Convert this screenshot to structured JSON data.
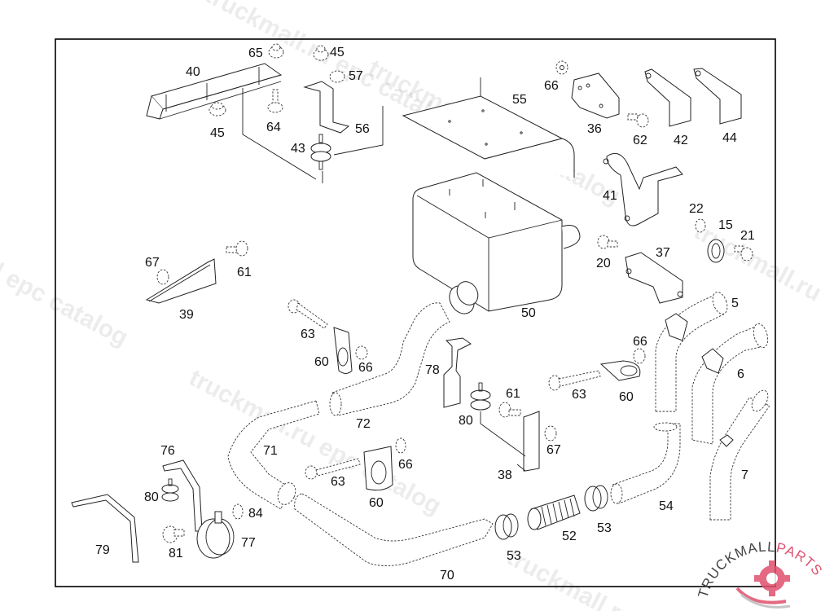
{
  "diagram": {
    "type": "exploded parts diagram",
    "subject": "Exhaust muffler, pipes and mounting brackets",
    "callouts": {
      "p40": "40",
      "p45a": "45",
      "p65": "65",
      "p45b": "45",
      "p57": "57",
      "p64": "64",
      "p56": "56",
      "p43": "43",
      "p55": "55",
      "p66a": "66",
      "p36": "36",
      "p62": "62",
      "p42": "42",
      "p44": "44",
      "p41": "41",
      "p22": "22",
      "p15": "15",
      "p21": "21",
      "p20": "20",
      "p37": "37",
      "p5": "5",
      "p50": "50",
      "p67a": "67",
      "p61a": "61",
      "p39": "39",
      "p63a": "63",
      "p60a": "60",
      "p66b": "66",
      "p78": "78",
      "p80a": "80",
      "p61b": "61",
      "p67b": "67",
      "p38": "38",
      "p63b": "63",
      "p60b": "60",
      "p66c": "66",
      "p6": "6",
      "p72": "72",
      "p71": "71",
      "p76": "76",
      "p80b": "80",
      "p63c": "63",
      "p66d": "66",
      "p60c": "60",
      "p79": "79",
      "p81": "81",
      "p84": "84",
      "p77": "77",
      "p53a": "53",
      "p52": "52",
      "p53b": "53",
      "p54": "54",
      "p7": "7",
      "p70": "70"
    }
  },
  "watermark": {
    "text_1": "truckmall.ru epc catalog",
    "text_2": "truckmall.ru epc catalog",
    "text_3": "l epc catalog",
    "text_4": "truckmall.ru epc catalog",
    "text_5": "truckmall.ru"
  },
  "logo": {
    "brand_dark": "TRUCKMALL",
    "brand_accent": "PARTS",
    "accent_color": "#e0506e",
    "dark_color": "#444444"
  }
}
